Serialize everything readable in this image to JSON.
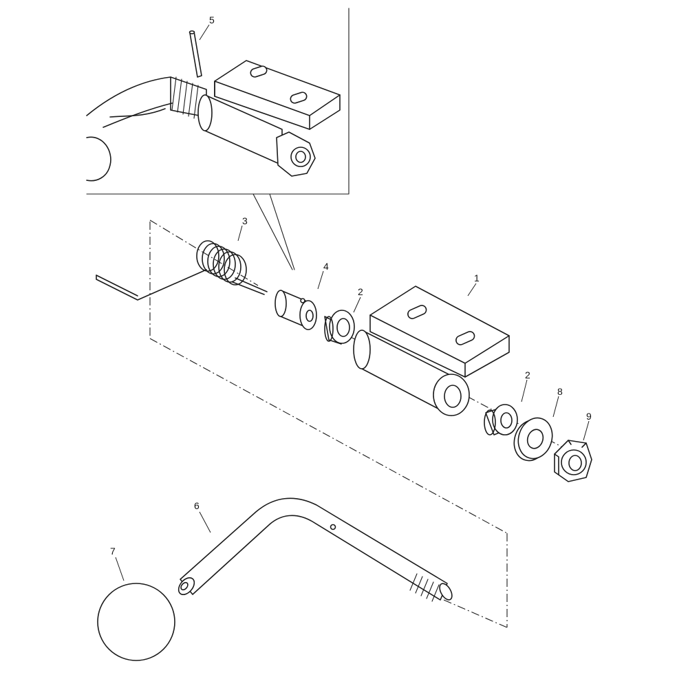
{
  "callouts": {
    "c1": "1",
    "c2a": "2",
    "c2b": "2",
    "c3": "3",
    "c4": "4",
    "c5": "5",
    "c6": "6",
    "c7": "7",
    "c8": "8",
    "c9": "9"
  },
  "colors": {
    "line": "#1a1a1a",
    "background": "#ffffff"
  }
}
